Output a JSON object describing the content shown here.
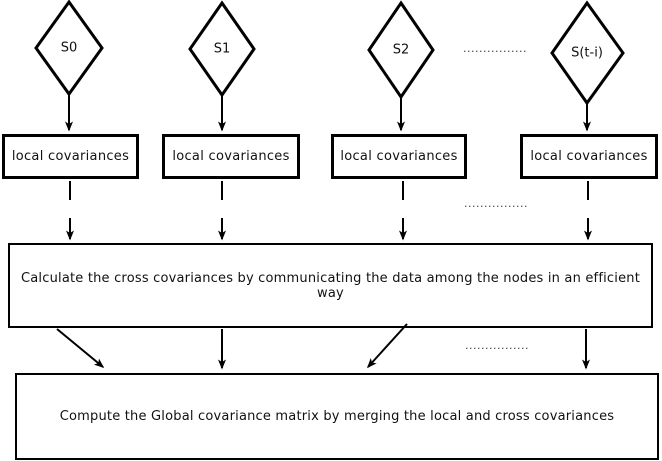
{
  "diagram": {
    "source_nodes": [
      {
        "label": "S0"
      },
      {
        "label": "S1"
      },
      {
        "label": "S2"
      },
      {
        "label": "S(t-i)"
      }
    ],
    "local_boxes": [
      {
        "label": "local covariances"
      },
      {
        "label": "local covariances"
      },
      {
        "label": "local covariances"
      },
      {
        "label": "local covariances"
      }
    ],
    "cross_box_label": "Calculate the cross covariances by communicating the data among the nodes in an efficient way",
    "global_box_label": "Compute the Global covariance matrix by merging the local and cross covariances",
    "separators": [
      {
        "dots": "................"
      },
      {
        "dots": "................"
      },
      {
        "dots": "................"
      }
    ],
    "colors": {
      "stroke": "#000000",
      "text": "#111111",
      "background": "#ffffff",
      "dots": "#3a3a3a"
    }
  }
}
